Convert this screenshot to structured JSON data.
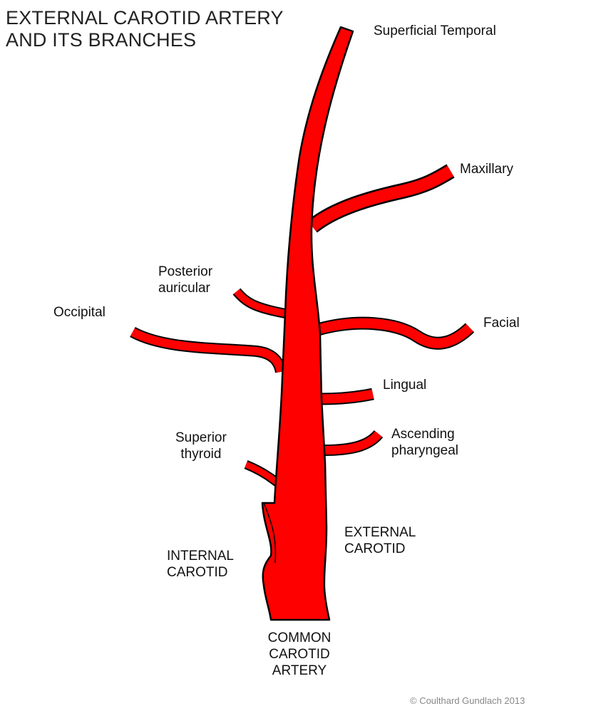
{
  "title": {
    "line1": "EXTERNAL CAROTID ARTERY",
    "line2": "AND ITS BRANCHES"
  },
  "labels": {
    "superficial_temporal": "Superficial Temporal",
    "maxillary": "Maxillary",
    "posterior_auricular_1": "Posterior",
    "posterior_auricular_2": "auricular",
    "occipital": "Occipital",
    "facial": "Facial",
    "lingual": "Lingual",
    "ascending_pharyngeal_1": "Ascending",
    "ascending_pharyngeal_2": "pharyngeal",
    "superior_thyroid_1": "Superior",
    "superior_thyroid_2": "thyroid",
    "external_carotid_1": "EXTERNAL",
    "external_carotid_2": "CAROTID",
    "internal_carotid_1": "INTERNAL",
    "internal_carotid_2": "CAROTID",
    "common_carotid_1": "COMMON",
    "common_carotid_2": "CAROTID",
    "common_carotid_3": "ARTERY"
  },
  "copyright": "© Coulthard Gundlach 2013",
  "colors": {
    "artery_fill": "#ff0000",
    "artery_outline": "#000000"
  }
}
